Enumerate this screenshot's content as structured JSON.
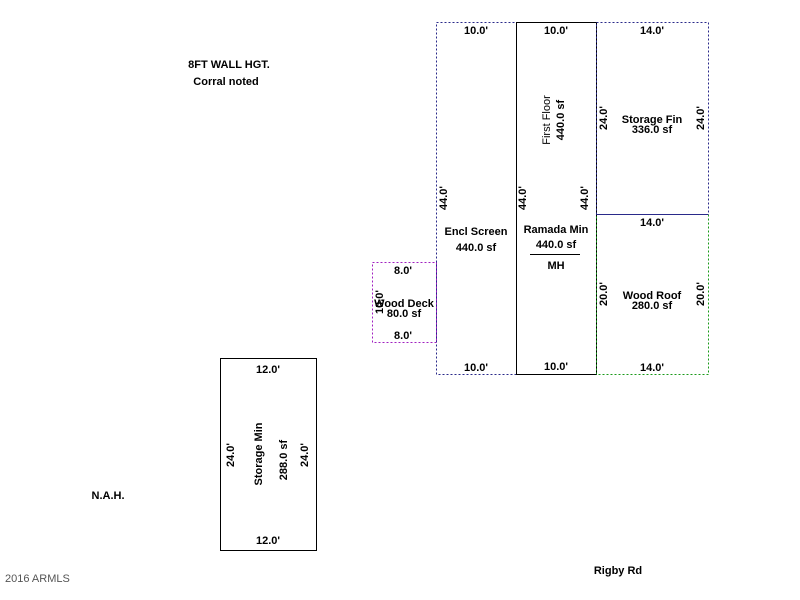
{
  "notes": {
    "wall_height": "8FT WALL HGT.",
    "corral": "Corral noted",
    "nah": "N.A.H.",
    "road": "Rigby Rd",
    "copyright": "2016 ARMLS"
  },
  "areas": {
    "encl_screen": {
      "name": "Encl Screen",
      "area": "440.0 sf",
      "top": "10.0'",
      "bottom": "10.0'",
      "left": "44.0'"
    },
    "first_floor": {
      "name": "First Floor",
      "area": "440.0 sf",
      "top": "10.0'",
      "bottom": "10.0'",
      "left": "44.0'",
      "right": "44.0'"
    },
    "ramada_min": {
      "name": "Ramada Min",
      "area": "440.0 sf",
      "label": "MH"
    },
    "storage_fin": {
      "name": "Storage Fin",
      "area": "336.0 sf",
      "top": "14.0'",
      "left": "24.0'",
      "right": "24.0'"
    },
    "wood_roof": {
      "name": "Wood Roof",
      "area": "280.0 sf",
      "top": "14.0'",
      "bottom": "14.0'",
      "left": "20.0'",
      "right": "20.0'"
    },
    "wood_deck": {
      "name": "Wood Deck",
      "area": "80.0 sf",
      "top": "8.0'",
      "bottom": "8.0'",
      "left": "10.0'"
    },
    "storage_min": {
      "name": "Storage Min",
      "area": "288.0 sf",
      "top": "12.0'",
      "bottom": "12.0'",
      "left": "24.0'",
      "right": "24.0'"
    }
  }
}
